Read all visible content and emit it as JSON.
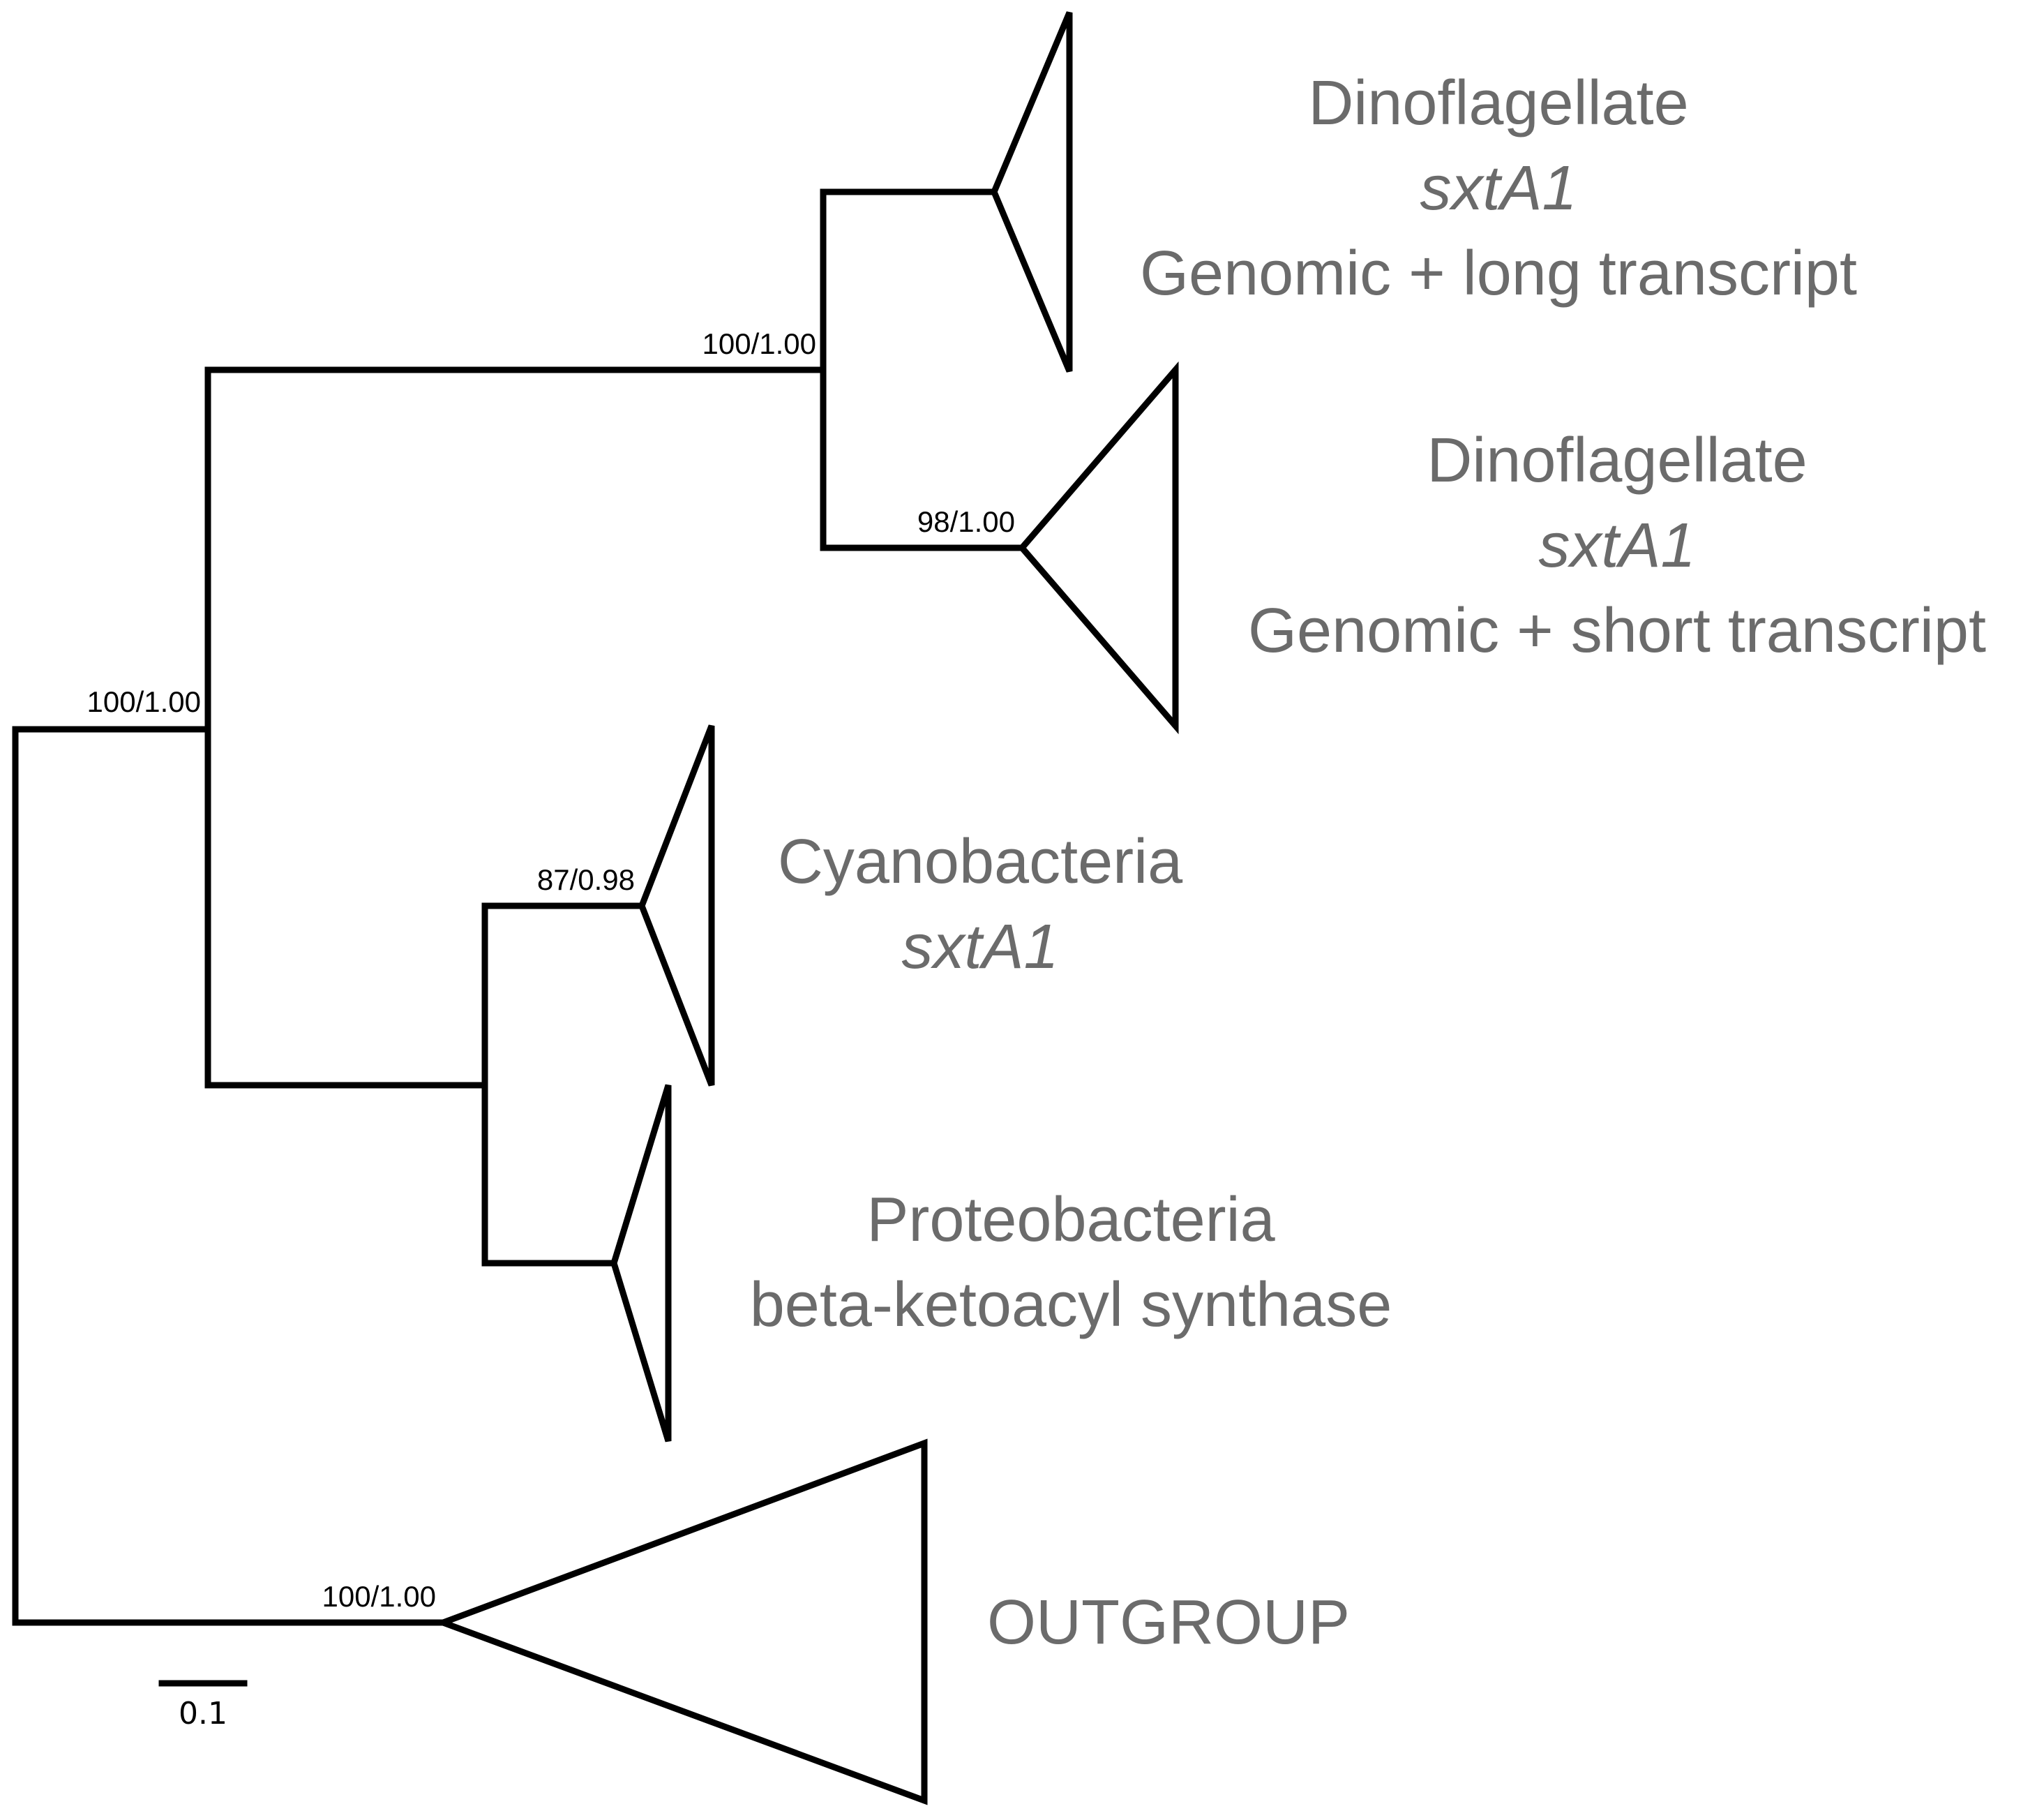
{
  "support_values": {
    "root": "100/1.00",
    "dinoflagellate_node": "100/1.00",
    "short_transcript": "98/1.00",
    "cyanobacteria": "87/0.98",
    "outgroup": "100/1.00"
  },
  "clades": {
    "dino_long": {
      "line1": "Dinoflagellate",
      "line2": "sxtA1",
      "line3": "Genomic + long transcript"
    },
    "dino_short": {
      "line1": "Dinoflagellate",
      "line2": "sxtA1",
      "line3": "Genomic + short transcript"
    },
    "cyanobacteria": {
      "line1": "Cyanobacteria",
      "line2": "sxtA1"
    },
    "proteobacteria": {
      "line1": "Proteobacteria",
      "line2": "beta-ketoacyl synthase"
    },
    "outgroup": {
      "line1": "OUTGROUP"
    }
  },
  "scale_bar": {
    "label": "0.1"
  },
  "colors": {
    "lines": "#000000",
    "labels": "#6b6b6b"
  }
}
